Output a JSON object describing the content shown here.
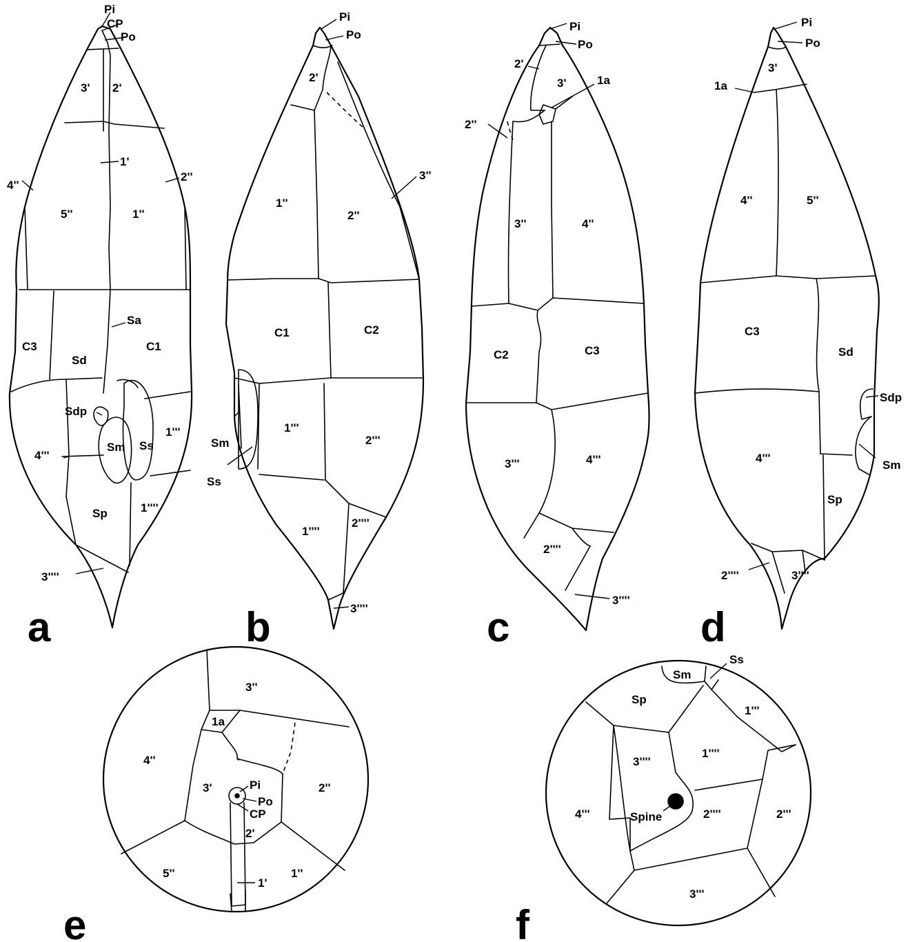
{
  "panels": {
    "a": {
      "letter": "a",
      "labels": {
        "pi": "Pi",
        "cp": "CP",
        "po": "Po",
        "p3prime": "3'",
        "p2prime": "2'",
        "p1prime": "1'",
        "p4dbl": "4''",
        "p5dbl": "5''",
        "p1dbl": "1''",
        "p2dbl": "2''",
        "sa": "Sa",
        "c3": "C3",
        "sd": "Sd",
        "c1": "C1",
        "sdp": "Sdp",
        "sm": "Sm",
        "ss": "Ss",
        "p4trip": "4'''",
        "p1trip": "1'''",
        "sp": "Sp",
        "p1quad": "1''''",
        "p3quad": "3''''"
      }
    },
    "b": {
      "letter": "b",
      "labels": {
        "pi": "Pi",
        "po": "Po",
        "p2prime": "2'",
        "p1dbl": "1''",
        "p2dbl": "2''",
        "p3dbl": "3''",
        "c1": "C1",
        "c2": "C2",
        "sm": "Sm",
        "ss": "Ss",
        "p1trip": "1'''",
        "p2trip": "2'''",
        "p1quad": "1''''",
        "p2quad": "2''''",
        "p3quad": "3''''"
      }
    },
    "c": {
      "letter": "c",
      "labels": {
        "pi": "Pi",
        "po": "Po",
        "p2prime": "2'",
        "p3prime": "3'",
        "p1a": "1a",
        "p2dbl": "2''",
        "p3dbl": "3''",
        "p4dbl": "4''",
        "c2": "C2",
        "c3": "C3",
        "p3trip": "3'''",
        "p4trip": "4'''",
        "p2quad": "2''''",
        "p3quad": "3''''"
      }
    },
    "d": {
      "letter": "d",
      "labels": {
        "pi": "Pi",
        "po": "Po",
        "p3prime": "3'",
        "p1a": "1a",
        "p4dbl": "4''",
        "p5dbl": "5''",
        "c3": "C3",
        "sd": "Sd",
        "sdp": "Sdp",
        "sm": "Sm",
        "p4trip": "4'''",
        "sp": "Sp",
        "p2quad": "2''''",
        "p3quad": "3''''"
      }
    },
    "e": {
      "letter": "e",
      "labels": {
        "p3dbl": "3''",
        "p1a": "1a",
        "p4dbl": "4''",
        "p3prime": "3'",
        "pi": "Pi",
        "po": "Po",
        "cp": "CP",
        "p2dbl": "2''",
        "p2prime": "2'",
        "p5dbl": "5''",
        "p1prime": "1'",
        "p1dbl": "1''"
      }
    },
    "f": {
      "letter": "f",
      "labels": {
        "sm": "Sm",
        "ss": "Ss",
        "sp": "Sp",
        "p1trip": "1'''",
        "p3quad": "3''''",
        "p1quad": "1''''",
        "p4trip": "4'''",
        "spine": "Spine",
        "p2quad": "2''''",
        "p2trip": "2'''",
        "p3trip": "3'''"
      }
    }
  }
}
